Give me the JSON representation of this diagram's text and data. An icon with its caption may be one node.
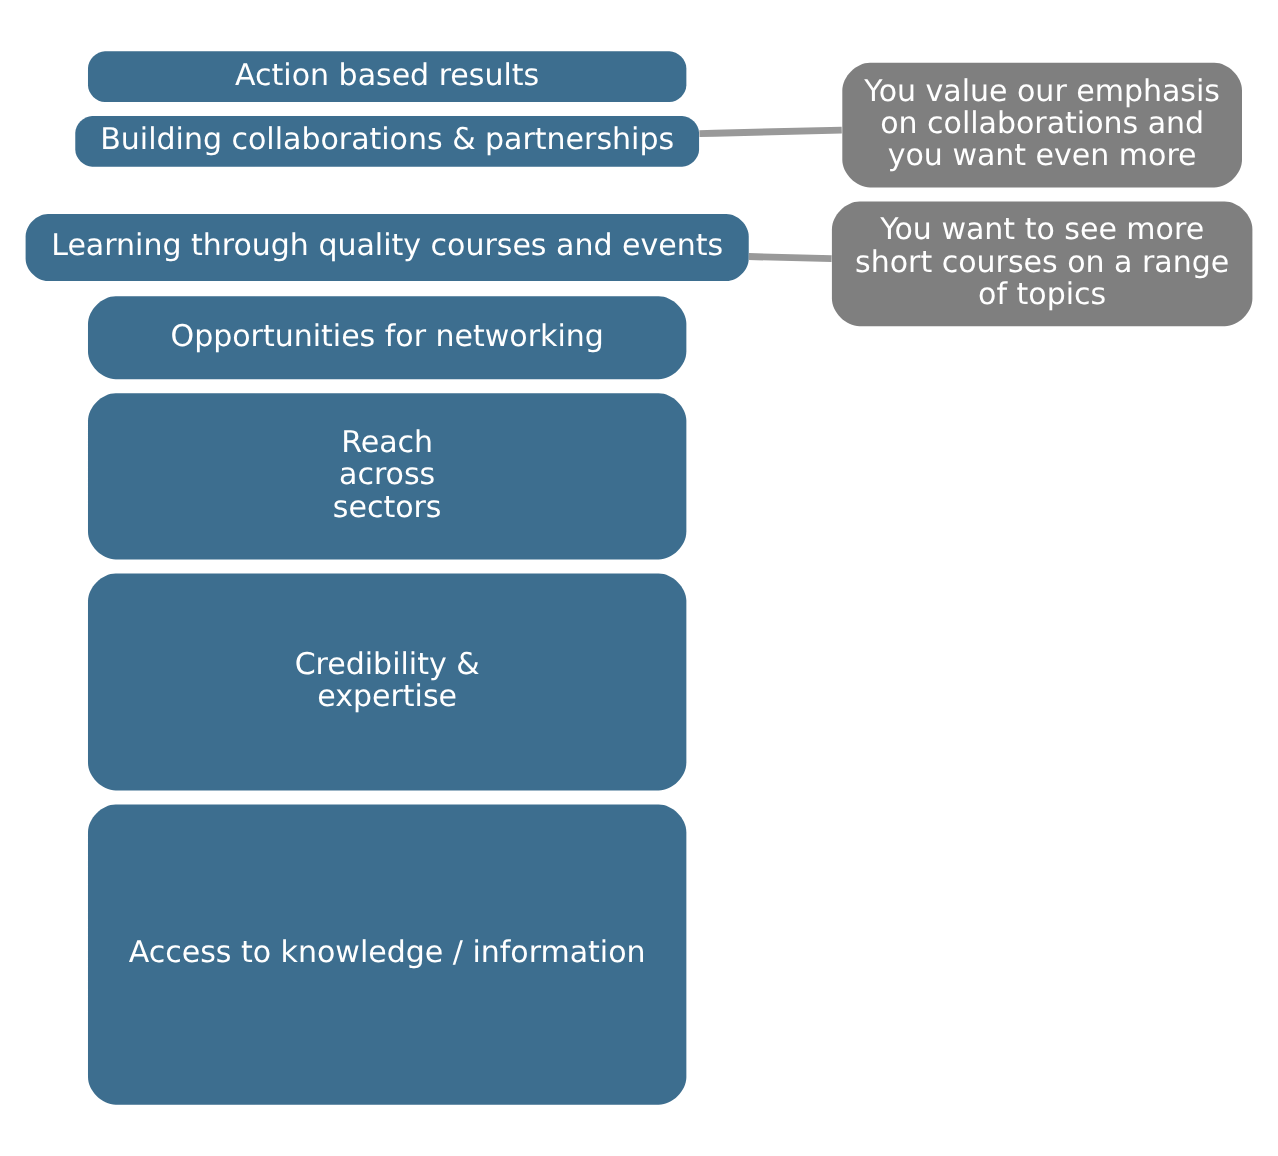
{
  "diagram": {
    "nodes": [
      {
        "text": [
          "Action based results"
        ]
      },
      {
        "text": [
          "Building collaborations & partnerships"
        ]
      },
      {
        "text": [
          "Learning through quality courses and events"
        ]
      },
      {
        "text": [
          "Opportunities for networking"
        ]
      },
      {
        "text": [
          "Reach across sectors"
        ]
      },
      {
        "text": [
          "Credibility & expertise"
        ]
      },
      {
        "text": [
          "Access to knowledge / information"
        ]
      },
      {
        "text": [
          "You value our emphasis on collaborations and you want even more"
        ]
      },
      {
        "text": [
          "You want to see more short courses on a range of topics"
        ]
      }
    ],
    "edges": [
      {
        "from": 1,
        "to": 7,
        "arrow": "none"
      },
      {
        "from": 2,
        "to": 8,
        "arrow": "none"
      }
    ]
  }
}
